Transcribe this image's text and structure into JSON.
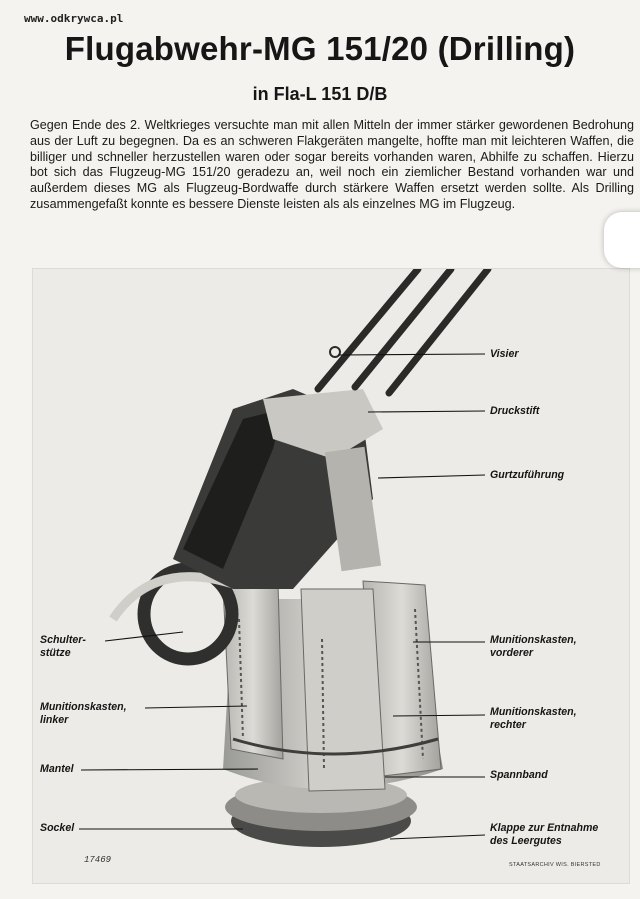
{
  "watermark": "www.odkrywca.pl",
  "title": "Flugabwehr-MG 151/20 (Drilling)",
  "subtitle": "in Fla-L 151 D/B",
  "body_text": "Gegen Ende des 2. Weltkrieges versuchte man mit allen Mitteln der immer stärker gewordenen Bedrohung aus der Luft zu begegnen. Da es an schweren Flakgeräten mangelte, hoffte man mit leichteren Waffen, die billiger und schneller herzustellen waren oder sogar bereits vorhanden waren, Abhilfe zu schaffen. Hierzu bot sich das Flugzeug-MG 151/20 geradezu an, weil noch ein ziemlicher Bestand vorhanden war und außerdem dieses MG als Flugzeug-Bordwaffe durch stärkere Waffen ersetzt werden sollte. Als Drilling zusammengefaßt konnte es bessere Dienste leisten als als einzelnes MG im Flugzeug.",
  "labels": {
    "visier": "Visier",
    "druckstift": "Druckstift",
    "gurtzufuhrung": "Gurtzuführung",
    "schulterstutze": "Schulter-\nstütze",
    "munitionskasten_vorderer": "Munitionskasten,\nvorderer",
    "munitionskasten_linker": "Munitionskasten,\nlinker",
    "munitionskasten_rechter": "Munitionskasten,\nrechter",
    "mantel": "Mantel",
    "spannband": "Spannband",
    "sockel": "Sockel",
    "klappe": "Klappe zur Entnahme\ndes Leergutes"
  },
  "negative_number": "17469",
  "photo_credit": "STAATSARCHIV WIS. BIERSTED"
}
